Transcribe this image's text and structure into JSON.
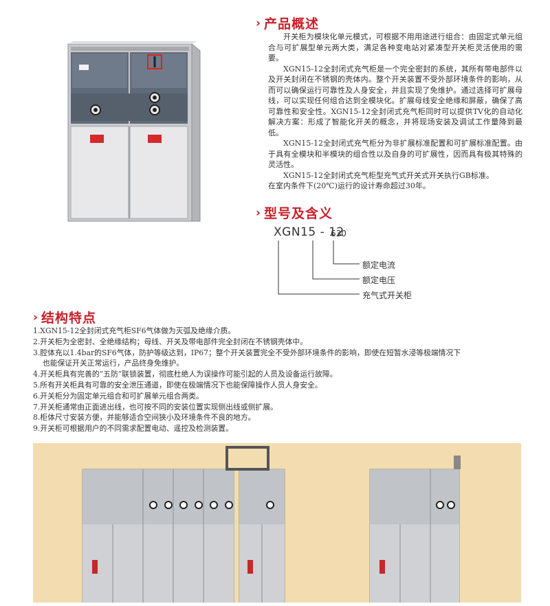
{
  "overview": {
    "heading": "产品概述",
    "paragraphs": [
      "开关柜为模块化单元模式，可根据不用用途进行组合：由固定式单元组合与可扩展型单元两大类，满足各种变电站对紧凑型开关柜灵活使用的需要。",
      "XGN15-12全封闭式充气柜是一个完全密封的系统，其所有带电部件以及开关封闭在不锈钢的壳体内。整个开关装置不受外部环境条件的影响，从而可以确保运行可靠性及人身安全，并且实现了免维护。通过选择可扩展母线，可以实现任何组合达到全模块化。扩展母线安全绝缘和屏蔽，确保了高可靠性和安全性。XGN15-12全封闭式充气柜同时可以提供TV化的自动化解决方案：形成了智能化开关的概念，并将现场安装及调试工作量降到最低。",
      "XGN15-12全封闭式充气柜分为非扩展标准配置和可扩展标准配置。由于具有全模块和半模块的组合性以及自身的可扩展性，因而具有极其特殊的灵活性。",
      "XGN15-12全封闭式充气柜型充气式开关式开关执行GB标准。",
      "在室内条件下(20℃)运行的设计寿命超过30年。"
    ]
  },
  "model": {
    "heading": "型号及含义",
    "code": "XGN15 - 12",
    "rating": "630",
    "labels": [
      "额定电流",
      "额定电压",
      "充气式开关柜"
    ]
  },
  "features": {
    "heading": "结构特点",
    "items": [
      "1.XGN15-12全封闭式充气柜SF6气体做为灭弧及绝缘介质。",
      "2.开关柜为全密封、全绝缘结构；母线、开关及带电部件完全封闭在不锈钢壳体中。",
      "3.腔体充以1.4bar的SF6气体，防护等级达到，IP67；整个开关装置完全不受外部环境条件的影响，即使在短暂水浸等极端情况下",
      "也能保证开关正常运行，产品终身免维护。",
      "4.开关柜具有完善的“五防”联锁装置，彻底杜绝人为误操作可能引起的人员及设备运行故障。",
      "5.所有开关柜具有可靠的安全泄压通道，即使在极端情况下也能保障操作人员人身安全。",
      "6.开关柜分为固定单元组合和可扩展单元组合两类。",
      "7.开关柜通常由正面进出线，也可按不同的安装位置实现侧出线或侧扩展。",
      "8.柜体尺寸安装方便，并能够适合空间狭小及环境条件不良的地方。",
      "9.开关柜可根据用户的不同需求配置电动、遥控及检测装置。"
    ]
  },
  "colors": {
    "accent": "#c8202a",
    "panel_bg": "#f3ddb0"
  }
}
